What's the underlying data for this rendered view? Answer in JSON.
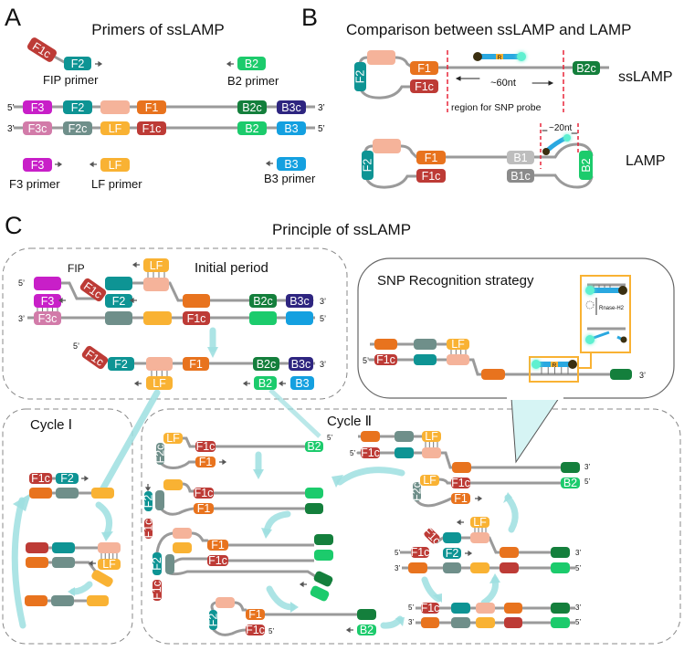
{
  "colors": {
    "F3": "#c81fc8",
    "F2": "#0e9494",
    "LFc": "#f5b39a",
    "F1": "#e8731e",
    "B2c": "#147f3c",
    "B3c": "#2e2580",
    "F3c": "#d27ba9",
    "F2c": "#6f8f8a",
    "LF": "#f9b233",
    "F1c": "#bd3b36",
    "B2": "#1ccb6c",
    "B3": "#14a0e0",
    "B1": "#bdbdbd",
    "B1c": "#8b8b8b",
    "strand": "#9a9a9a",
    "probe": "#2aa8e0",
    "fluor": "#5ef0d0",
    "quencher": "#3b2f10",
    "cut_line": "#e8263a",
    "flow_arrow": "#9edfe0"
  },
  "panel_labels": {
    "a": "A",
    "b": "B",
    "c": "C"
  },
  "panel_a": {
    "title": "Primers of ssLAMP",
    "fip_primer": {
      "blocks": [
        "F1c",
        "F2"
      ],
      "label": "FIP primer"
    },
    "b2_primer": {
      "block": "B2",
      "label": "B2 primer"
    },
    "f3_primer": {
      "block": "F3",
      "label": "F3 primer"
    },
    "lf_primer": {
      "block": "LF",
      "label": "LF primer"
    },
    "b3_primer": {
      "block": "B3",
      "label": "B3 primer"
    },
    "top_strand": {
      "end_left": "5’",
      "end_right": "3’",
      "blocks": [
        "F3",
        "F2",
        "",
        "F1",
        "B2c",
        "B3c"
      ]
    },
    "bottom_strand": {
      "end_left": "3’",
      "end_right": "5’",
      "blocks": [
        "F3c",
        "F2c",
        "LF",
        "F1c",
        "B2",
        "B3"
      ]
    }
  },
  "panel_b": {
    "title": "Comparison between ssLAMP and LAMP",
    "sslamp": {
      "label": "ssLAMP",
      "blocks": [
        "F2",
        "F1",
        "F1c",
        "B2c"
      ],
      "distance": "~60nt",
      "region_label": "region for SNP probe",
      "probe_base": "R"
    },
    "lamp": {
      "label": "LAMP",
      "blocks": [
        "F2",
        "F1",
        "F1c",
        "B1",
        "B1c",
        "B2"
      ],
      "distance": "~20nt"
    }
  },
  "panel_c": {
    "title": "Principle of ssLAMP",
    "initial": {
      "title": "Initial period",
      "fip_label": "FIP",
      "row1": {
        "end_left": "5’",
        "end_right": "3’",
        "blocks": [
          "F1c",
          "F2",
          "LF",
          "F3",
          "B2c",
          "B3c"
        ]
      },
      "row2": {
        "end_left": "3’",
        "end_right": "5’",
        "blocks": [
          "F3c",
          "F1c"
        ]
      },
      "product": {
        "end_left": "5’",
        "end_right": "3’",
        "blocks": [
          "F1c",
          "F2",
          "F1",
          "B2c",
          "B3c",
          "LF",
          "B2",
          "B3"
        ]
      }
    },
    "snp": {
      "title": "SNP Recognition strategy",
      "blocks": [
        "LF",
        "F1c"
      ],
      "end_left": "5’",
      "end_right": "3’",
      "probe_base": "R",
      "enzyme": "Rnase-H2"
    },
    "cycle1": {
      "title": "Cycle Ⅰ",
      "blocks": [
        "F1c",
        "F2",
        "LF"
      ]
    },
    "cycle2": {
      "title": "Cycle Ⅱ",
      "s1": {
        "blocks": [
          "LF",
          "F2c",
          "F1c",
          "B2",
          "F1"
        ],
        "end": "5’"
      },
      "s2": {
        "blocks": [
          "F2",
          "F1c",
          "F1",
          "F1c"
        ]
      },
      "s3": {
        "blocks": [
          "F1",
          "F1c",
          "F2",
          "F1c"
        ]
      },
      "s4": {
        "blocks": [
          "F2",
          "F1",
          "F1c",
          "B2"
        ],
        "end": "5’"
      },
      "r1": {
        "blocks": [
          "LF",
          "F1c"
        ],
        "end_left": "5’",
        "end_right": "3’"
      },
      "r2": {
        "blocks": [
          "LF",
          "F2c",
          "F1c",
          "B2",
          "F1"
        ],
        "end_right": "5’"
      },
      "r3": {
        "blocks": [
          "LF",
          "F1c",
          "F1c",
          "F2"
        ],
        "ends": [
          "5’",
          "3’",
          "3’",
          "5’"
        ]
      },
      "r4": {
        "blocks": [
          "F1c"
        ],
        "ends": [
          "5’",
          "3’",
          "3’",
          "5’"
        ]
      }
    }
  }
}
